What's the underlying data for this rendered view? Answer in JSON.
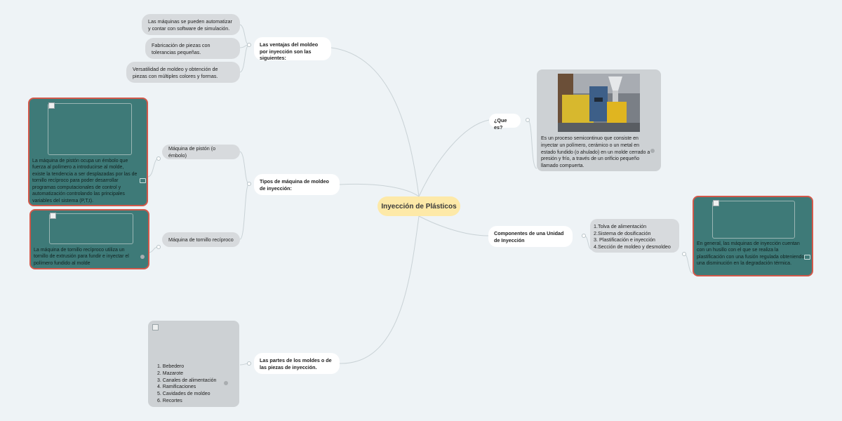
{
  "central": "Inyección de Plásticos",
  "left": {
    "ventajas": {
      "title": "Las ventajas del moldeo por inyección son las siguientes:",
      "items": [
        "Las máquinas se pueden automatizar y contar con software de simulación.",
        "Fabricación de piezas con tolerancias pequeñas.",
        "Versatilidad de moldeo y obtención de piezas con múltiples colores y formas."
      ]
    },
    "tipos": {
      "title": "Tipos de máquina de moldeo de inyección:",
      "piston": {
        "label": "Máquina de pistón (o émbolo)",
        "note": "La máquina de pistón ocupa un émbolo que fuerza al polímero a introducirse al molde, existe la tendencia a ser desplazadas por las de tornillo recíproco para poder desarrollar programas computacionales de control y automatización controlando las principales variables del sistema (P,T,t)."
      },
      "tornillo": {
        "label": "Máquina de tornillo recíproco",
        "note": "La máquina de tornillo recíproco utiliza un tornillo de extrusión para fundir e inyectar el polímero fundido al molde"
      }
    },
    "partes": {
      "title": "Las partes de los moldes o de las piezas de inyección.",
      "list": [
        "1. Bebedero",
        "2. Mazarote",
        "3. Canales de alimentación",
        "4. Ramificaciones",
        "5. Cavidades de moldeo",
        "6. Recortes"
      ]
    }
  },
  "right": {
    "que_es": {
      "title": "¿Que es?",
      "note": "Es un proceso semicontinuo que consiste en inyectar un polímero, cerámico o un metal en estado fundido (o ahulado) en un molde cerrado a presión y frío, a través de un orificio pequeño llamado compuerta."
    },
    "componentes": {
      "title": "Componentes de una Unidad de Inyección",
      "list": [
        "1.Tolva de alimentación",
        "2.Sistema de dosificación",
        "3. Plastificación e inyección",
        "4.Sección de moldeo y desmoldeo"
      ],
      "note": "En general, las máquinas de inyección cuentan con un husillo con el que se realiza la plastificación con una fusión regulada obteniendo una disminución en la degradación térmica."
    }
  },
  "colors": {
    "central": "#fde9a8",
    "teal": "#3e7a78",
    "teal_border": "#d2584a",
    "pill": "#d7dadd",
    "background": "#eef3f6"
  }
}
